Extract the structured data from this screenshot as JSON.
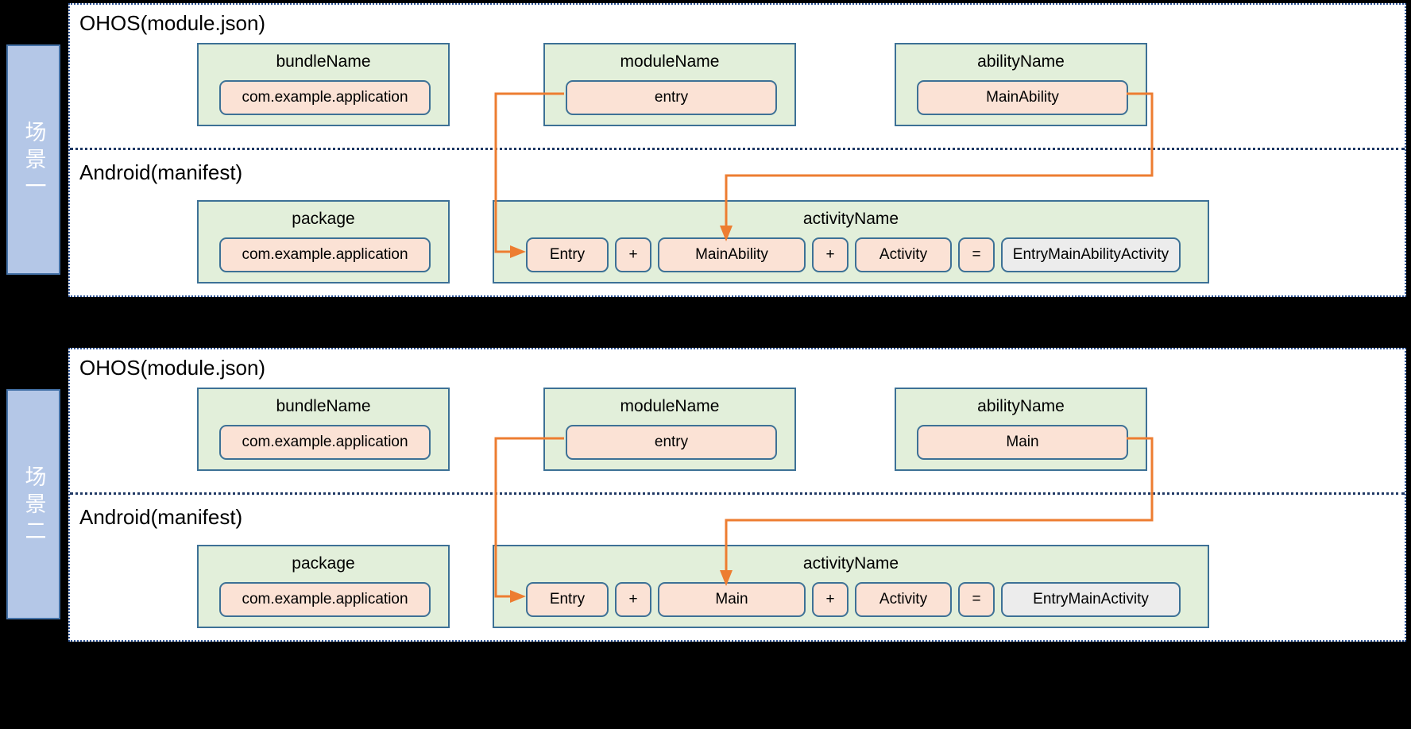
{
  "meta": {
    "accent_orange": "#ed7d31",
    "group_green": "#e2efda",
    "chip_peach": "#fbe2d5",
    "result_grey": "#ececec",
    "border_blue": "#3d7196",
    "tab_blue": "#b4c7e7"
  },
  "scenarios": [
    {
      "tab_label": "场景一",
      "ohos": {
        "title": "OHOS(module.json)",
        "groups": [
          {
            "title": "bundleName",
            "value": "com.example.application"
          },
          {
            "title": "moduleName",
            "value": "entry"
          },
          {
            "title": "abilityName",
            "value": "MainAbility"
          }
        ]
      },
      "android": {
        "title": "Android(manifest)",
        "package_group": {
          "title": "package",
          "value": "com.example.application"
        },
        "activity_group": {
          "title": "activityName",
          "tokens": [
            "Entry",
            "+",
            "MainAbility",
            "+",
            "Activity",
            "="
          ],
          "result": "EntryMainAbilityActivity"
        }
      }
    },
    {
      "tab_label": "场景二",
      "ohos": {
        "title": "OHOS(module.json)",
        "groups": [
          {
            "title": "bundleName",
            "value": "com.example.application"
          },
          {
            "title": "moduleName",
            "value": "entry"
          },
          {
            "title": "abilityName",
            "value": "Main"
          }
        ]
      },
      "android": {
        "title": "Android(manifest)",
        "package_group": {
          "title": "package",
          "value": "com.example.application"
        },
        "activity_group": {
          "title": "activityName",
          "tokens": [
            "Entry",
            "+",
            "Main",
            "+",
            "Activity",
            "="
          ],
          "result": "EntryMainActivity"
        }
      }
    }
  ]
}
